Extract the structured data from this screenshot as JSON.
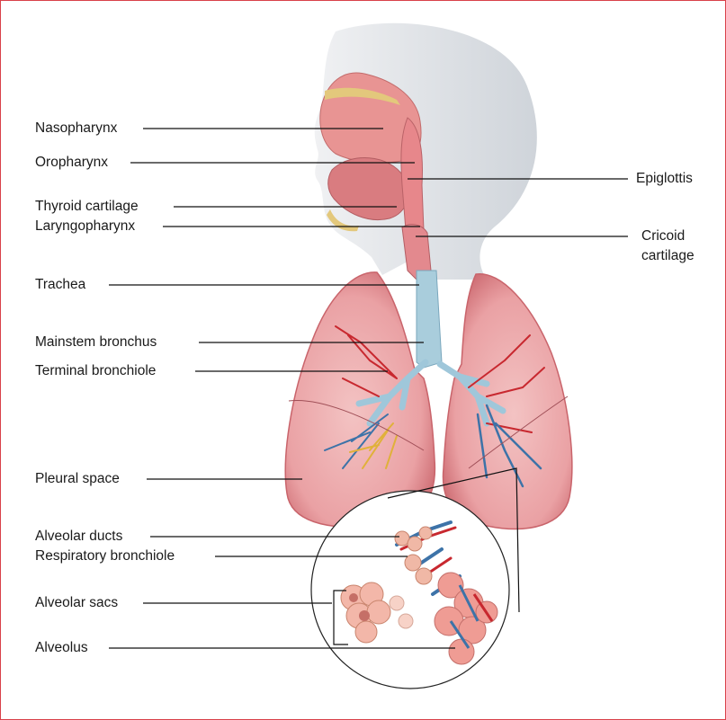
{
  "diagram": {
    "colors": {
      "frame": "#d9414a",
      "lung": "#eaa1a4",
      "lung_dark": "#c9646b",
      "airway": "#9fc7da",
      "vessel_red": "#c8282f",
      "vessel_blue": "#3d73a8",
      "bronchiole_yellow": "#e0b13a",
      "silhouette": "#d9dde2",
      "leader": "#111111"
    },
    "labels_left": [
      {
        "key": "nasopharynx",
        "text": "Nasopharynx"
      },
      {
        "key": "oropharynx",
        "text": "Oropharynx"
      },
      {
        "key": "thyroid_cartilage",
        "text": "Thyroid cartilage"
      },
      {
        "key": "laryngopharynx",
        "text": "Laryngopharynx"
      },
      {
        "key": "trachea",
        "text": "Trachea"
      },
      {
        "key": "mainstem_bronchus",
        "text": "Mainstem bronchus"
      },
      {
        "key": "terminal_bronchiole",
        "text": "Terminal bronchiole"
      },
      {
        "key": "pleural_space",
        "text": "Pleural space"
      },
      {
        "key": "alveolar_ducts",
        "text": "Alveolar ducts"
      },
      {
        "key": "respiratory_bronchiole",
        "text": "Respiratory bronchiole"
      },
      {
        "key": "alveolar_sacs",
        "text": "Alveolar sacs"
      },
      {
        "key": "alveolus",
        "text": "Alveolus"
      }
    ],
    "labels_right": [
      {
        "key": "epiglottis",
        "text": "Epiglottis"
      },
      {
        "key": "cricoid_cartilage_line1",
        "text": "Cricoid"
      },
      {
        "key": "cricoid_cartilage_line2",
        "text": "cartilage"
      }
    ]
  }
}
